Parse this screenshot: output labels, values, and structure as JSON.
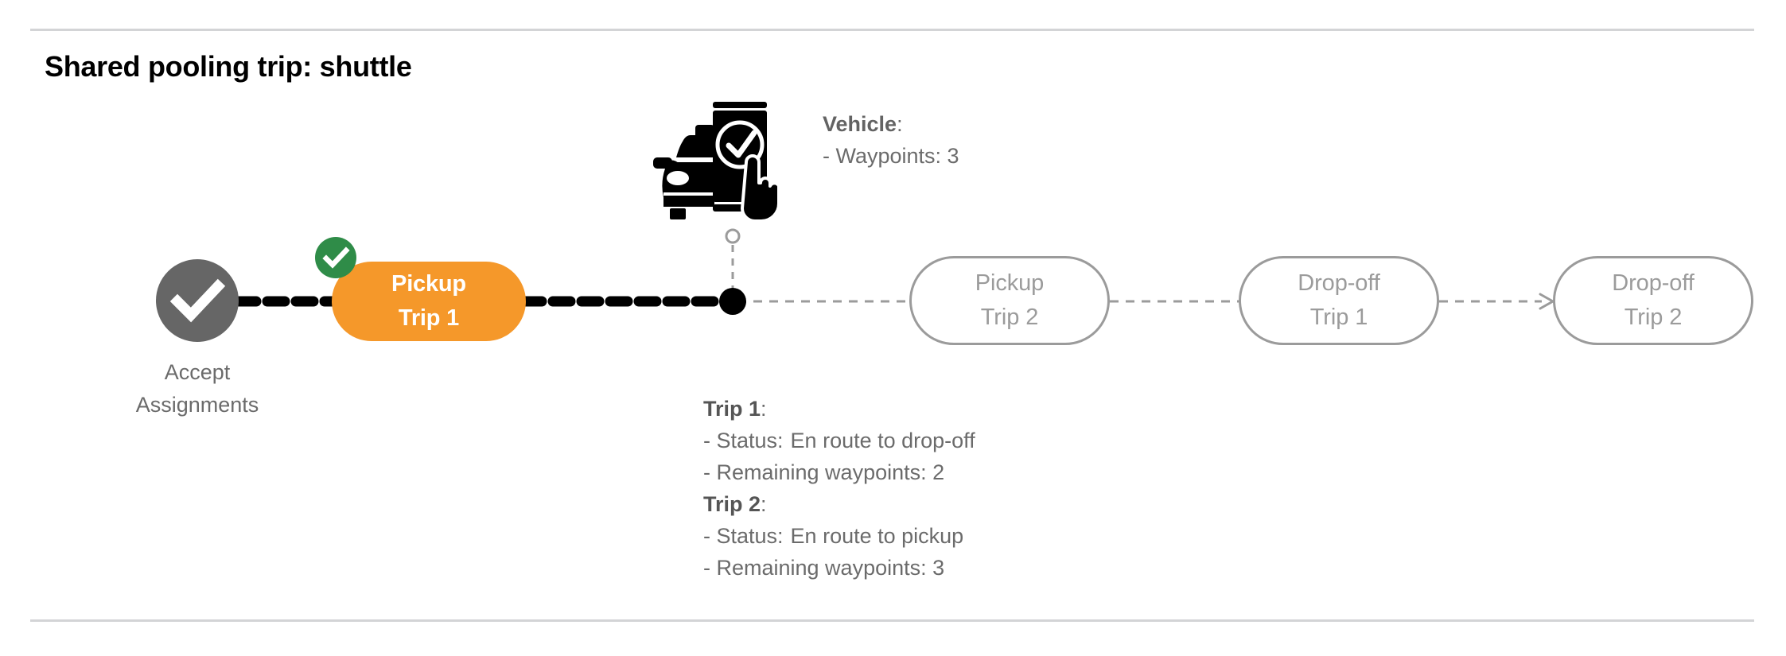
{
  "page": {
    "title": "Shared pooling trip: shuttle",
    "background": "#ffffff",
    "rule_color": "#d3d4d6"
  },
  "colors": {
    "active_pill": "#f5982a",
    "active_pill_text": "#ffffff",
    "completed_node": "#666666",
    "success_badge": "#2f8c48",
    "pending_outline": "#9b9b9b",
    "pending_text": "#9b9b9b",
    "body_text": "#6b6b6b",
    "connector_active": "#000000",
    "connector_pending": "#9b9b9b"
  },
  "flow": {
    "start_node": {
      "icon": "check-circle-icon",
      "label_line1": "Accept",
      "label_line2": "Assignments",
      "state": "completed"
    },
    "steps": [
      {
        "id": "pickup-trip1",
        "line1": "Pickup",
        "line2": "Trip 1",
        "state": "active",
        "badge": "check-icon"
      },
      {
        "id": "pickup-trip2",
        "line1": "Pickup",
        "line2": "Trip 2",
        "state": "pending",
        "badge": null
      },
      {
        "id": "dropoff-trip1",
        "line1": "Drop-off",
        "line2": "Trip 1",
        "state": "pending",
        "badge": null
      },
      {
        "id": "dropoff-trip2",
        "line1": "Drop-off",
        "line2": "Trip 2",
        "state": "pending",
        "badge": null
      }
    ]
  },
  "vehicle": {
    "icon": "car-phone-check-icon",
    "heading": "Vehicle",
    "heading_colon": ":",
    "waypoints_label": "- Waypoints: 3"
  },
  "trips": [
    {
      "heading": "Trip 1",
      "heading_colon": ":",
      "status_label": "- Status:",
      "status_value": "En route to drop-off",
      "waypoints_label": "- Remaining waypoints: 2"
    },
    {
      "heading": "Trip 2",
      "heading_colon": ":",
      "status_label": "- Status:",
      "status_value": "En route to pickup",
      "waypoints_label": "- Remaining waypoints: 3"
    }
  ],
  "marker": {
    "name": "vehicle-position-marker",
    "hollow_circle": "waypoint-circle"
  }
}
